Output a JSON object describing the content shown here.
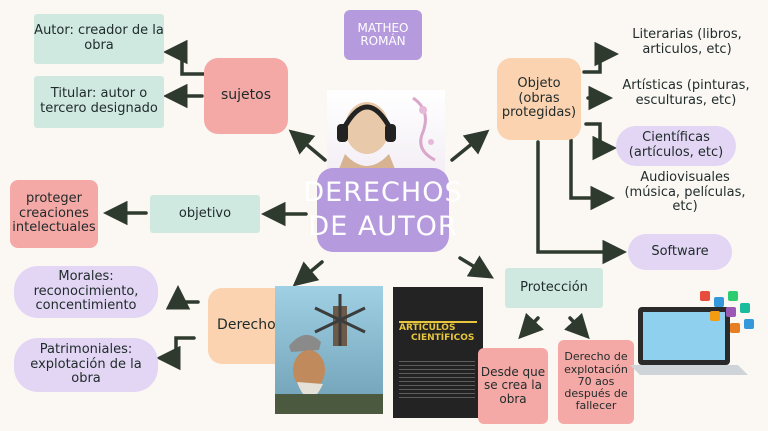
{
  "author_badge": "MATHEO ROMÁN",
  "center": "DERECHOS DE AUTOR",
  "sujetos": {
    "label": "sujetos",
    "items": [
      "Autor: creador de la obra",
      "Titular: autor o tercero designado"
    ]
  },
  "objetivo": {
    "label": "objetivo",
    "item": "proteger creaciones intelectuales"
  },
  "derechos": {
    "label": "Derechos",
    "items": [
      "Morales: reconocimiento, concentimiento",
      "Patrimoniales: explotación de la obra"
    ]
  },
  "objeto": {
    "label": "Objeto (obras protegidas)",
    "items": [
      "Literarias (libros, articulos, etc)",
      "Artísticas (pinturas, esculturas, etc)",
      "Científicas (artículos, etc)",
      "Audiovisuales (música, películas, etc)",
      "Software"
    ]
  },
  "proteccion": {
    "label": "Protección",
    "items": [
      "Desde que se crea la obra",
      "Derecho de explotación 70 aos después de fallecer"
    ]
  },
  "book": {
    "title_line1": "ARTÍCULOS",
    "title_line2": "CIENTÍFICOS"
  },
  "colors": {
    "purple": "#b69ade",
    "green": "#cfe8e0",
    "pink": "#f5a9a6",
    "peach": "#fbd3b0",
    "lavender": "#e3d6f4",
    "arrow": "#2f3a2f"
  }
}
